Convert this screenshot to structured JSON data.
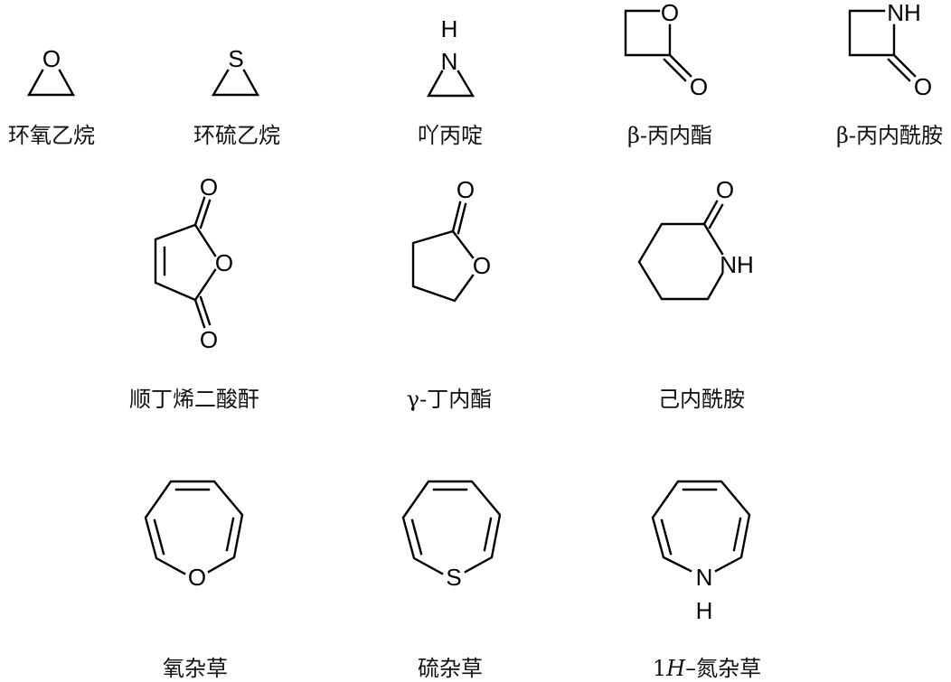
{
  "figure": {
    "title": "",
    "compounds": [
      {
        "id": "epoxide",
        "name": "环氧乙烷",
        "atoms": [
          "O"
        ]
      },
      {
        "id": "thiirane",
        "name": "环硫乙烷",
        "atoms": [
          "S"
        ]
      },
      {
        "id": "aziridine",
        "name": "吖丙啶",
        "atoms": [
          "N",
          "H"
        ]
      },
      {
        "id": "beta-propiolactone",
        "prefix": "β-",
        "name": "丙内酯",
        "atoms": [
          "O",
          "O"
        ]
      },
      {
        "id": "beta-propiolactam",
        "prefix": "β-",
        "name": "丙内酰胺",
        "atoms": [
          "NH",
          "O"
        ]
      },
      {
        "id": "maleic-anhydride",
        "name": "顺丁烯二酸酐",
        "atoms": [
          "O",
          "O",
          "O"
        ]
      },
      {
        "id": "gamma-butyrolactone",
        "prefix": "γ-",
        "name": "丁内酯",
        "atoms": [
          "O",
          "O"
        ]
      },
      {
        "id": "caprolactam",
        "name": "己内酰胺",
        "atoms": [
          "O",
          "NH"
        ]
      },
      {
        "id": "oxepin",
        "name": "氧杂草",
        "atoms": [
          "O"
        ]
      },
      {
        "id": "thiepin",
        "name": "硫杂草",
        "atoms": [
          "S"
        ]
      },
      {
        "id": "azepine",
        "prefix_num": "1",
        "prefix_ital": "H",
        "prefix_dash": "–",
        "name": "氮杂草",
        "atoms": [
          "N",
          "H"
        ]
      }
    ]
  }
}
